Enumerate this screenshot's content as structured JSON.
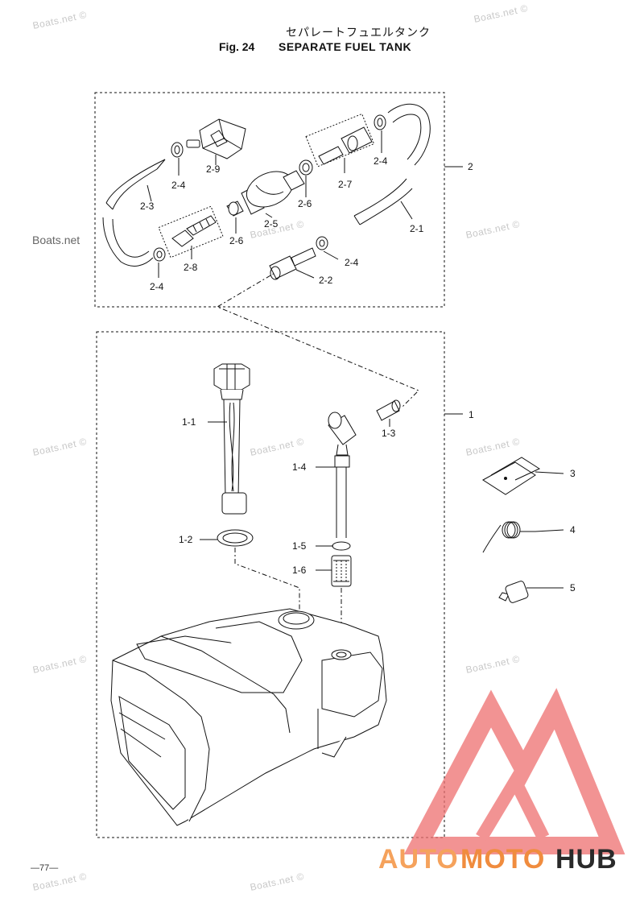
{
  "header": {
    "title_jp": "セパレートフュエルタンク",
    "fig": "Fig. 24",
    "title_en": "SEPARATE FUEL TANK"
  },
  "labels": {
    "l2": "2",
    "l2_1": "2-1",
    "l2_2": "2-2",
    "l2_3": "2-3",
    "l2_4": "2-4",
    "l2_5": "2-5",
    "l2_6": "2-6",
    "l2_7": "2-7",
    "l2_8": "2-8",
    "l2_9": "2-9",
    "l1": "1",
    "l1_1": "1-1",
    "l1_2": "1-2",
    "l1_3": "1-3",
    "l1_4": "1-4",
    "l1_5": "1-5",
    "l1_6": "1-6",
    "l3": "3",
    "l4": "4",
    "l5": "5"
  },
  "watermark": "Boats.net ©",
  "watermark_strong": "Boats.net",
  "page_number": "—77—",
  "logo": {
    "part1": "AUTO",
    "part2": "MOTO",
    "part3": "HUB",
    "color_light": "#f5a25c",
    "color_mid": "#f08c3e",
    "color_dark": "#2a2a2a",
    "triangle_color": "#ee6f6f"
  }
}
